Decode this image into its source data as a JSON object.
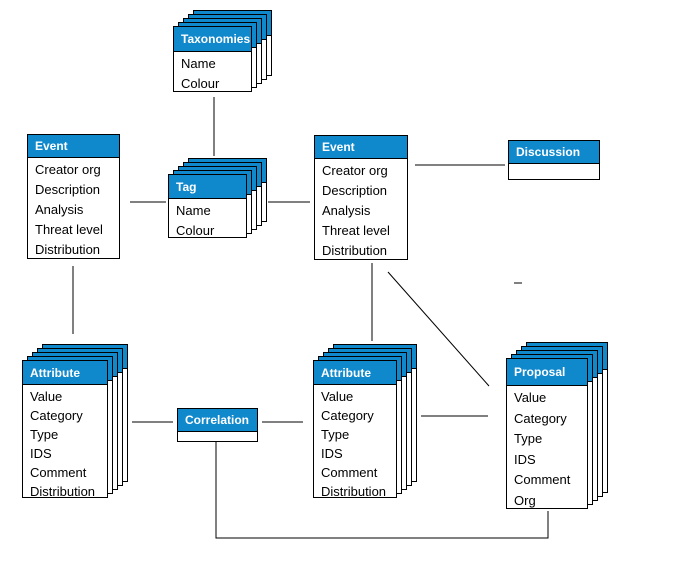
{
  "colors": {
    "header_blue": "#1088cc",
    "line_black": "#000000",
    "page_white": "#ffffff",
    "title_text": "#ffffff",
    "body_text": "#000000"
  },
  "entities": {
    "taxonomies": {
      "title": "Taxonomies",
      "stacked": true,
      "fields": [
        "Name",
        "Colour"
      ]
    },
    "event_left": {
      "title": "Event",
      "stacked": false,
      "fields": [
        "Creator org",
        "Description",
        "Analysis",
        "Threat level",
        "Distribution"
      ]
    },
    "tag": {
      "title": "Tag",
      "stacked": true,
      "fields": [
        "Name",
        "Colour"
      ]
    },
    "event_right": {
      "title": "Event",
      "stacked": false,
      "fields": [
        "Creator org",
        "Description",
        "Analysis",
        "Threat level",
        "Distribution"
      ]
    },
    "discussion": {
      "title": "Discussion",
      "stacked": false,
      "fields": []
    },
    "attribute_left": {
      "title": "Attribute",
      "stacked": true,
      "fields": [
        "Value",
        "Category",
        "Type",
        "IDS",
        "Comment",
        "Distribution"
      ]
    },
    "correlation": {
      "title": "Correlation",
      "stacked": false,
      "fields": []
    },
    "attribute_center": {
      "title": "Attribute",
      "stacked": true,
      "fields": [
        "Value",
        "Category",
        "Type",
        "IDS",
        "Comment",
        "Distribution"
      ]
    },
    "proposal": {
      "title": "Proposal",
      "stacked": true,
      "fields": [
        "Value",
        "Category",
        "Type",
        "IDS",
        "Comment",
        "Org"
      ]
    }
  }
}
